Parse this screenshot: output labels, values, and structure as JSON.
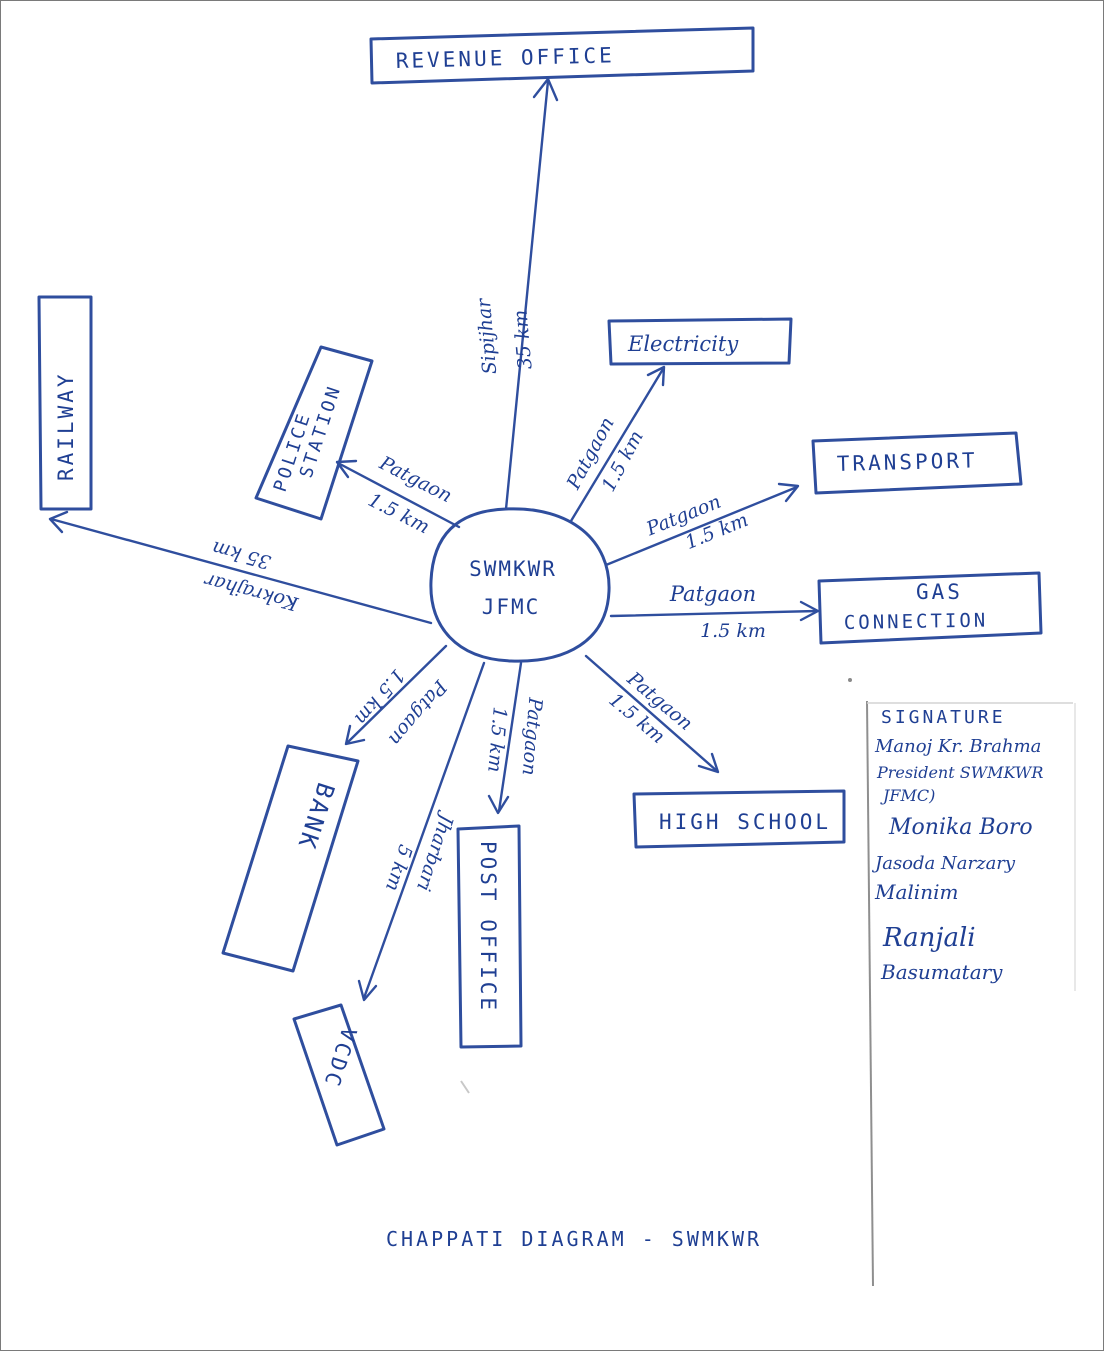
{
  "hub": {
    "line1": "SWMKWR",
    "line2": "JFMC"
  },
  "nodes": {
    "revenue_office": {
      "label": "REVENUE OFFICE",
      "route_1": "Sipijhar",
      "route_2": "35 km"
    },
    "electricity": {
      "label": "Electricity",
      "route_1": "Patgaon",
      "route_2": "1.5 km"
    },
    "transport": {
      "label": "TRANSPORT",
      "route_1": "Patgaon",
      "route_2": "1.5 km"
    },
    "gas_connection": {
      "label_1": "GAS",
      "label_2": "CONNECTION",
      "route_1": "Patgaon",
      "route_2": "1.5 km"
    },
    "high_school": {
      "label": "HIGH SCHOOL",
      "route_1": "Patgaon",
      "route_2": "1.5 km"
    },
    "post_office": {
      "label": "POST OFFICE",
      "route_1": "Patgaon",
      "route_2": "1.5 km"
    },
    "vcdc": {
      "label": "VCDC",
      "route_1": "Jharbari",
      "route_2": "5 km"
    },
    "bank": {
      "label": "BANK",
      "route_1": "Patgaon",
      "route_2": "1.5 km"
    },
    "railway": {
      "label": "RAILWAY",
      "route_1": "Kokrajhar",
      "route_2": "35 km"
    },
    "police_station": {
      "label_1": "POLICE",
      "label_2": "STATION",
      "route_1": "Patgaon",
      "route_2": "1.5 km"
    }
  },
  "caption": "CHAPPATI DIAGRAM - SWMKWR",
  "signature": {
    "heading": "SIGNATURE",
    "lines": [
      "Manoj Kr. Brahma",
      "President SWMKWR",
      "JFMC)",
      "Monika Boro",
      "Jasoda Narzary",
      "Malinim",
      "Ranjali",
      "Basumatary"
    ]
  },
  "ink_color": "#2f4e9e"
}
